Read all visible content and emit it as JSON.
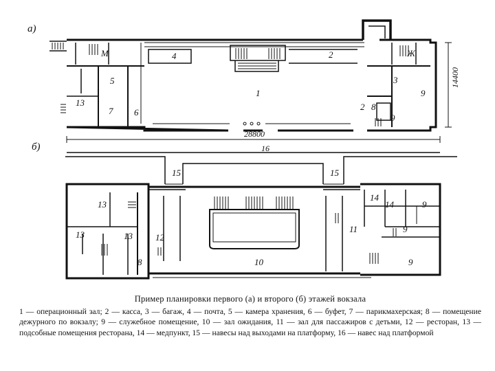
{
  "figure": {
    "panel_a_label": "а)",
    "panel_b_label": "б)",
    "dim_width": "28800",
    "dim_height": "14400",
    "dim_top_b": "16",
    "rooms_a": [
      "М",
      "4",
      "2",
      "Ж",
      "5",
      "3",
      "1",
      "9",
      "13",
      "7",
      "6",
      "2",
      "8",
      "9"
    ],
    "rooms_b": [
      "15",
      "15",
      "13",
      "14",
      "14",
      "9",
      "13",
      "13",
      "12",
      "11",
      "9",
      "8",
      "9",
      "10"
    ]
  },
  "caption": {
    "title": "Пример планировки первого (а) и второго (б) этажей вокзала",
    "legend": [
      "1 — операционный зал;",
      "2 — касса,",
      "3 — багаж,",
      "4 — почта,",
      "5 — камера хранения,",
      "6 — буфет,",
      "7 — парикмахерская;",
      "8 — помещение дежурного по вокзалу;",
      "9 — служебное помещение,",
      "10 — зал ожидания,",
      "11 — зал для пассажиров с детьми,",
      "12 — ресторан,",
      "13 — подсобные помещения ресторана,",
      "14 — медпункт,",
      "15 — навесы над выходами на платформу,",
      "16 — навес над платформой"
    ]
  }
}
